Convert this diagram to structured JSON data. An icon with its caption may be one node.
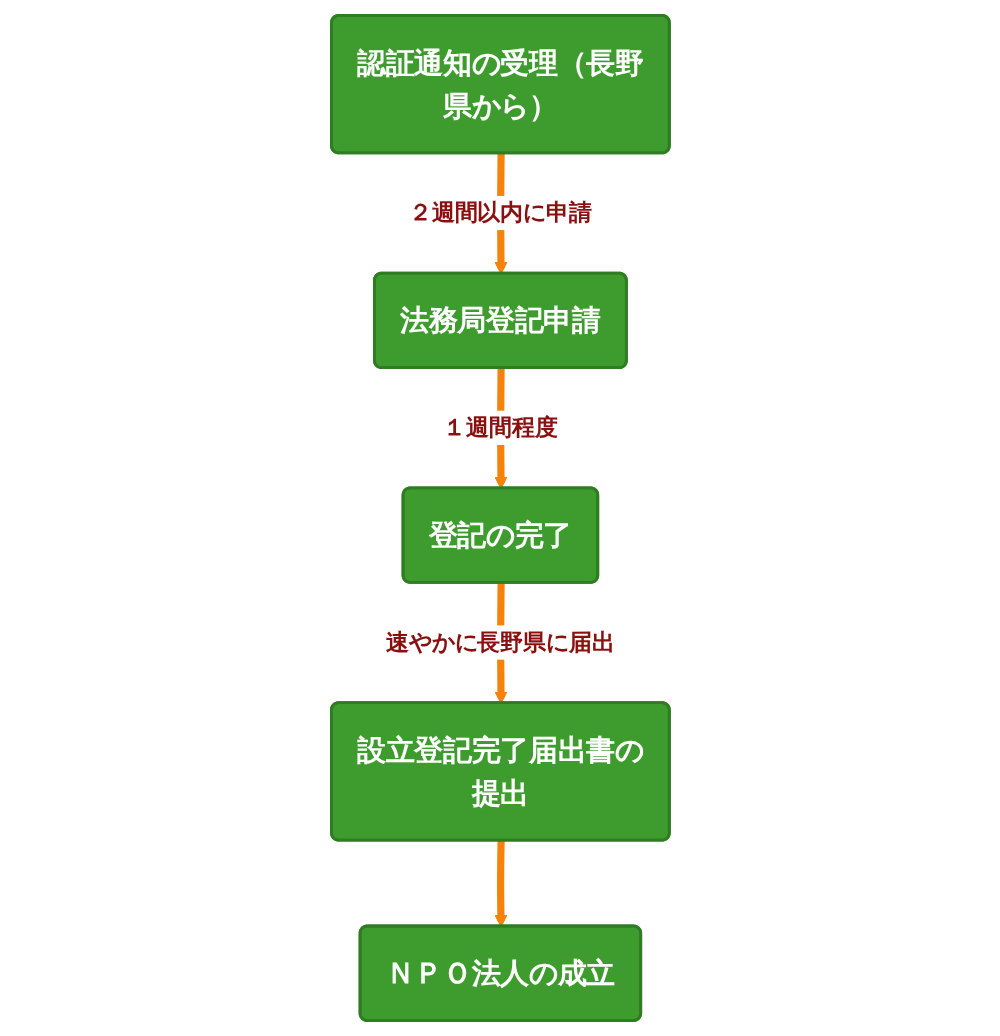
{
  "diagram": {
    "nodes": [
      {
        "text": [
          "認証通知の受理（長野県から）"
        ]
      },
      {
        "text": [
          "法務局登記申請"
        ]
      },
      {
        "text": [
          "登記の完了"
        ]
      },
      {
        "text": [
          "設立登記完了届出書の提出"
        ]
      },
      {
        "text": [
          "ＮＰＯ法人の成立"
        ]
      }
    ],
    "edges": [
      {
        "from": 0,
        "to": 1,
        "arrow": "to",
        "label": "２週間以内に申請"
      },
      {
        "from": 1,
        "to": 2,
        "arrow": "to",
        "label": "１週間程度"
      },
      {
        "from": 2,
        "to": 3,
        "arrow": "to",
        "label": "速やかに長野県に届出"
      },
      {
        "from": 3,
        "to": 4,
        "arrow": "to"
      }
    ]
  }
}
